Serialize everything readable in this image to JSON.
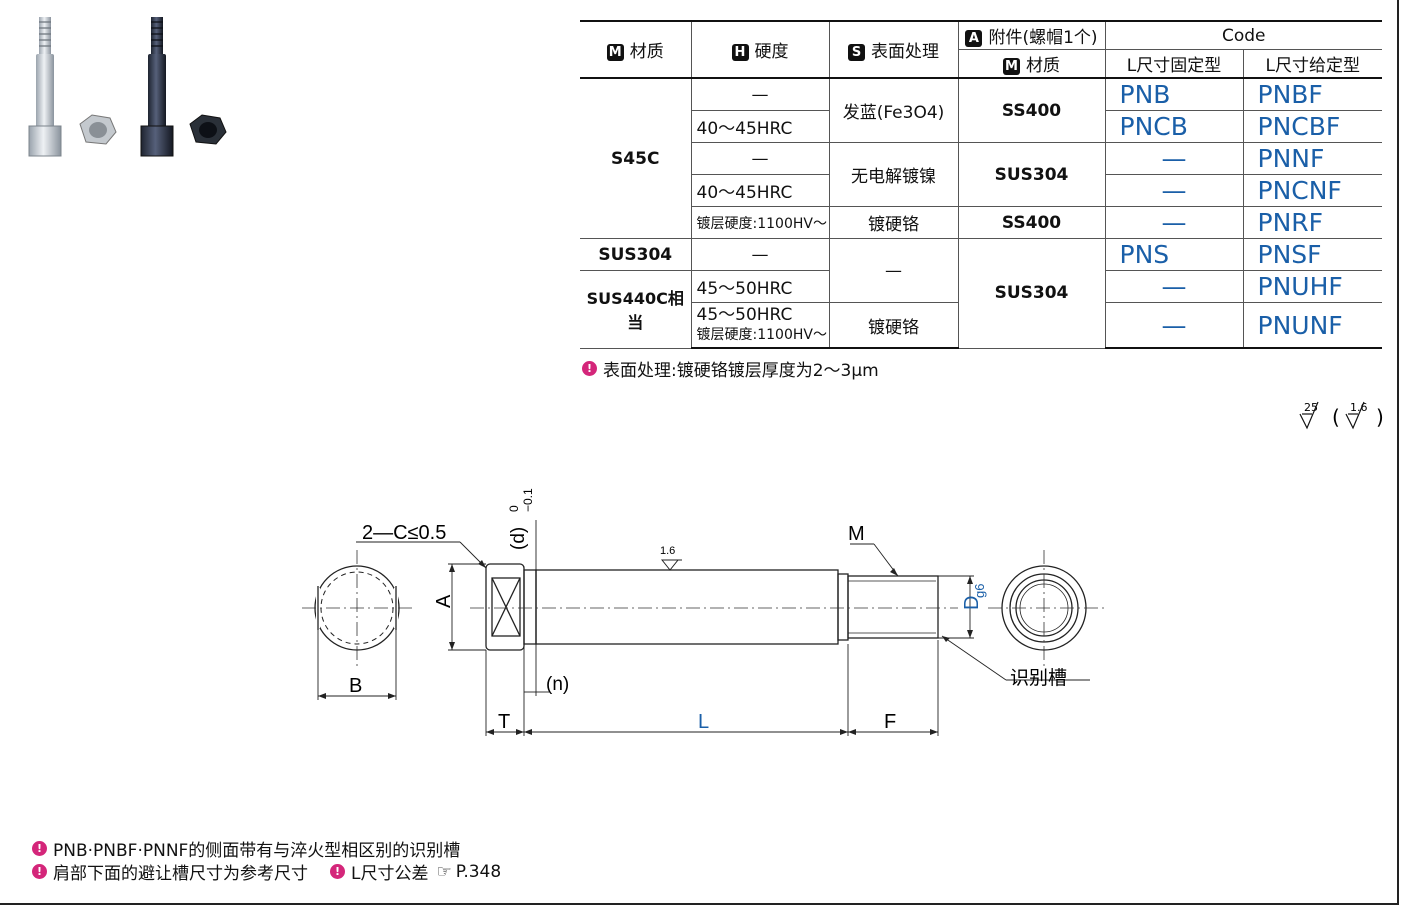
{
  "table": {
    "header": {
      "material_badge": "M",
      "material": "材质",
      "hardness_badge": "H",
      "hardness": "硬度",
      "surface_badge": "S",
      "surface": "表面处理",
      "attachment_badge": "A",
      "attachment": "附件(螺帽1个)",
      "attachment_material_badge": "M",
      "attachment_material": "材质",
      "code": "Code",
      "code_fixed": "L尺寸固定型",
      "code_specified": "L尺寸给定型"
    },
    "rows": {
      "r1": {
        "material": "S45C",
        "hardness": "—",
        "surface": "发蓝(Fe3O4)",
        "nut_material": "SS400",
        "code_fixed": "PNB",
        "code_specified": "PNBF"
      },
      "r2": {
        "hardness": "40～45HRC",
        "code_fixed": "PNCB",
        "code_specified": "PNCBF"
      },
      "r3": {
        "hardness": "—",
        "surface": "无电解镀镍",
        "nut_material": "SUS304",
        "code_fixed": "—",
        "code_specified": "PNNF"
      },
      "r4": {
        "hardness": "40～45HRC",
        "code_fixed": "—",
        "code_specified": "PNCNF"
      },
      "r5": {
        "hardness": "镀层硬度:1100HV～",
        "surface": "镀硬铬",
        "nut_material": "SS400",
        "code_fixed": "—",
        "code_specified": "PNRF"
      },
      "r6": {
        "material": "SUS304",
        "hardness": "—",
        "surface": "—",
        "nut_material": "SUS304",
        "code_fixed": "PNS",
        "code_specified": "PNSF"
      },
      "r7": {
        "material": "SUS440C相当",
        "hardness": "45～50HRC",
        "code_fixed": "—",
        "code_specified": "PNUHF"
      },
      "r8": {
        "hardness": "45～50HRC",
        "hardness2": "镀层硬度:1100HV～",
        "surface": "镀硬铬",
        "code_fixed": "—",
        "code_specified": "PNUNF"
      }
    }
  },
  "notes": {
    "surface_note": "表面处理:镀硬铬镀层厚度为2～3μm",
    "groove_note": "PNB·PNBF·PNNF的侧面带有与淬火型相区别的识别槽",
    "shoulder_note": "肩部下面的避让槽尺寸为参考尺寸",
    "tolerance_note": "L尺寸公差",
    "tolerance_page": "P.348"
  },
  "roughness": {
    "main": "25",
    "secondary": "1.6"
  },
  "drawing": {
    "chamfer": "2—C≤0.5",
    "d_label": "(d)",
    "d_tol_upper": "0",
    "d_tol_lower": "−0.1",
    "surface_mark": "1.6",
    "thread": "M",
    "A": "A",
    "B": "B",
    "n": "(n)",
    "T": "T",
    "L": "L",
    "F": "F",
    "D": "D",
    "D_fit": "g6",
    "groove": "识别槽"
  },
  "colors": {
    "code_blue": "#1a5fa8",
    "note_pink": "#d4267a"
  }
}
